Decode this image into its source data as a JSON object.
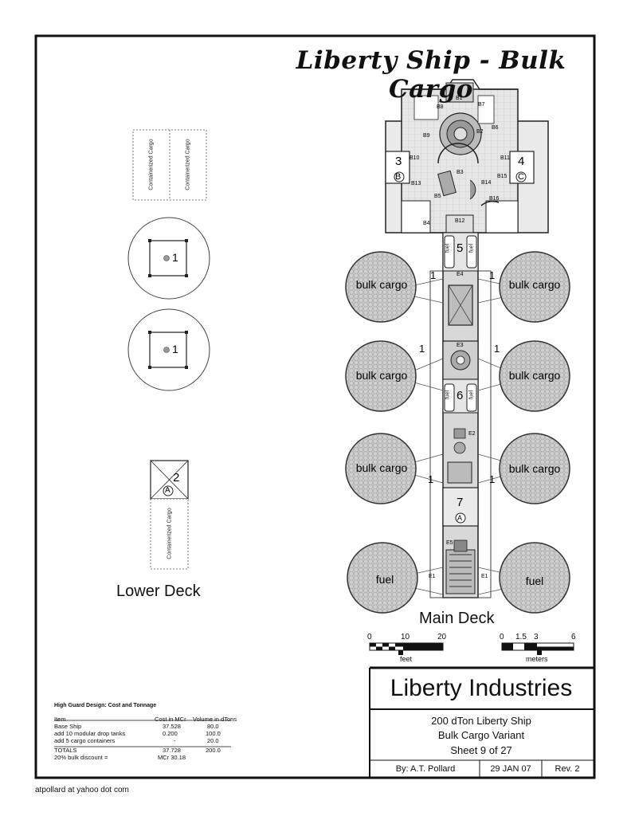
{
  "title": "Liberty Ship - Bulk Cargo",
  "deck_labels": {
    "lower": "Lower Deck",
    "main": "Main Deck"
  },
  "lower_deck": {
    "container_label": "Containerized Cargo",
    "circle_marks": [
      "1",
      "1"
    ],
    "lift_mark": "2",
    "lift_letter": "A"
  },
  "main_deck": {
    "rooms": [
      "B1",
      "B2",
      "B3",
      "B4",
      "B5",
      "B6",
      "B7",
      "B8",
      "B9",
      "B10",
      "B11",
      "B12",
      "B13",
      "B14",
      "B15",
      "B16"
    ],
    "big_numbers": {
      "left_airlock": "3",
      "right_airlock": "4",
      "bay5": "5",
      "bay6": "6",
      "bay7": "7"
    },
    "airlock_letters": {
      "left": "B",
      "right": "C",
      "lower": "A"
    },
    "tank_labels": [
      "bulk cargo",
      "bulk cargo",
      "bulk cargo",
      "bulk cargo",
      "bulk cargo",
      "bulk cargo",
      "fuel",
      "fuel"
    ],
    "tank_marks": [
      "1",
      "1",
      "1",
      "1",
      "1",
      "1"
    ],
    "fuel_tag": "fuel",
    "engineering": [
      "E1",
      "E1",
      "E2",
      "E3",
      "E4",
      "E5"
    ]
  },
  "scales": {
    "feet": {
      "ticks": [
        "0",
        "10",
        "20"
      ],
      "unit": "feet"
    },
    "meters": {
      "ticks": [
        "0",
        "1.5",
        "3",
        "6"
      ],
      "unit": "meters"
    }
  },
  "title_block": {
    "company": "Liberty Industries",
    "line1": "200 dTon Liberty Ship",
    "line2": "Bulk Cargo Variant",
    "sheet": "Sheet 9 of 27",
    "by": "By:  A.T. Pollard",
    "date": "29 JAN 07",
    "rev": "Rev. 2"
  },
  "high_guard": {
    "heading": "High Guard Design:  Cost and Tonnage",
    "columns": [
      "Item",
      "Cost in MCr",
      "Volume in dTons"
    ],
    "rows": [
      [
        "Base Ship",
        "37.528",
        "80.0"
      ],
      [
        "add 10 modular drop tanks",
        "0.200",
        "100.0"
      ],
      [
        "add 5 cargo containers",
        "-",
        "20.0"
      ],
      [
        "TOTALS",
        "37.728",
        "200.0"
      ],
      [
        "20% bulk discount =",
        "MCr 30.18",
        ""
      ]
    ]
  },
  "footer": "atpollard at yahoo dot com"
}
